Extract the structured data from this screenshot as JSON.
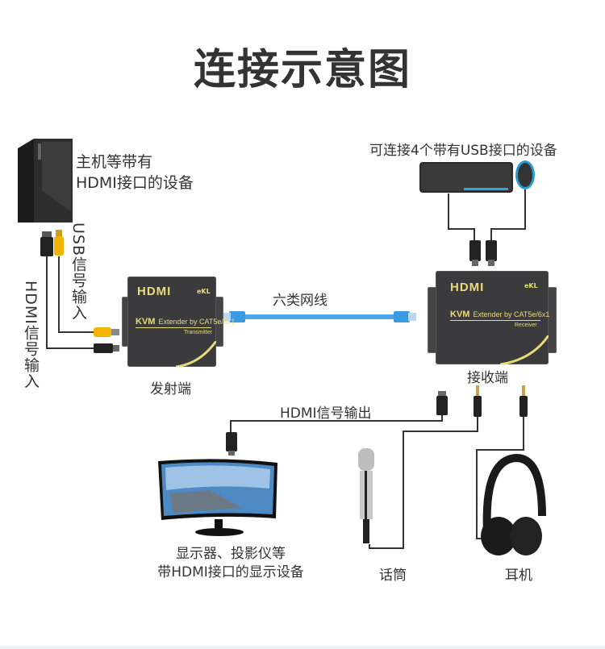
{
  "title": "连接示意图",
  "host": {
    "label_line1": "主机等带有",
    "label_line2": "HDMI接口的设备"
  },
  "usb_devices": {
    "label": "可连接4个带有USB接口的设备"
  },
  "usb_input_label": "USB信号输入",
  "hdmi_input_label": "HDMI信号输入",
  "cable": {
    "label": "六类网线"
  },
  "transmitter": {
    "label": "发射端",
    "panel": {
      "hdmi": "HDMI",
      "brand": "eKL",
      "kvm": "KVM",
      "model": "Extender by CAT5e/6x1",
      "role": "Transmitter"
    }
  },
  "receiver": {
    "label": "接收端",
    "panel": {
      "hdmi": "HDMI",
      "brand": "eKL",
      "kvm": "KVM",
      "model": "Extender by CAT5e/6x1",
      "role": "Receiver"
    }
  },
  "hdmi_output_label": "HDMI信号输出",
  "display": {
    "label_line1": "显示器、投影仪等",
    "label_line2": "带HDMI接口的显示设备"
  },
  "microphone": {
    "label": "话筒"
  },
  "headphones": {
    "label": "耳机"
  },
  "colors": {
    "panel_text": "#e8dc7a",
    "device_body": "#3b3b3d",
    "network_cable": "#4aa8e8",
    "usb_plug": "#f2b400",
    "wire": "#333333"
  }
}
